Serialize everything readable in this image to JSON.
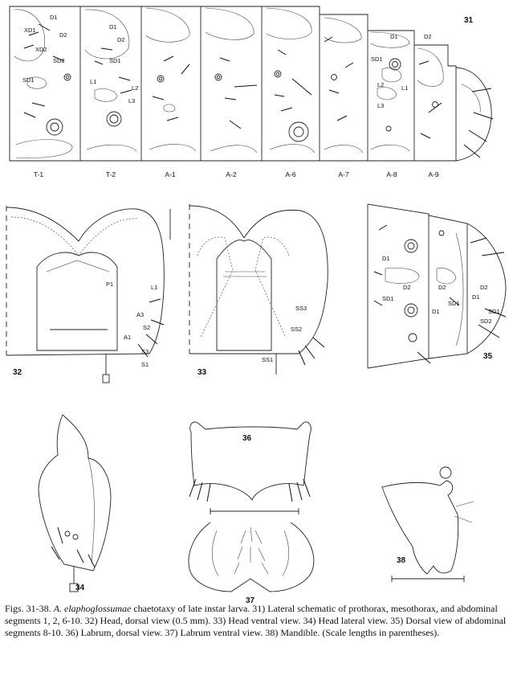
{
  "figures": {
    "fig31": {
      "number": "31",
      "segments": [
        "T-1",
        "T-2",
        "A-1",
        "A-2",
        "A-6",
        "A-7",
        "A-8",
        "A-9"
      ],
      "setae_t1": [
        "D1",
        "XD1",
        "D2",
        "XD2",
        "SD2",
        "SD1"
      ],
      "setae_t2": [
        "D1",
        "D2",
        "SD1",
        "L1",
        "L2",
        "L3"
      ],
      "setae_a8": [
        "D1",
        "D2",
        "SD1",
        "L2",
        "L1",
        "L3"
      ]
    },
    "fig32": {
      "number": "32",
      "setae": [
        "P1",
        "L1",
        "A3",
        "S2",
        "A1",
        "S3",
        "S1"
      ]
    },
    "fig33": {
      "number": "33",
      "setae": [
        "SS3",
        "SS2",
        "SS1"
      ]
    },
    "fig34": {
      "number": "34"
    },
    "fig35": {
      "number": "35",
      "setae": [
        "D1",
        "D2",
        "SD1",
        "D2",
        "SD1",
        "D1",
        "D2",
        "D1",
        "SD1",
        "SD2"
      ]
    },
    "fig36": {
      "number": "36"
    },
    "fig37": {
      "number": "37"
    },
    "fig38": {
      "number": "38"
    }
  },
  "caption": {
    "prefix": "Figs. 31-38. ",
    "species": "A. elaphoglossumae",
    "text": " chaetotaxy of late instar larva. 31) Lateral schematic of prothorax, mesothorax, and abdominal segments 1, 2, 6-10. 32) Head, dorsal view (0.5 mm). 33) Head ventral view. 34) Head lateral view. 35) Dorsal view of abdominal segments 8-10. 36) Labrum, dorsal view. 37) Labrum ventral view. 38) Mandible. (Scale lengths in parentheses)."
  }
}
